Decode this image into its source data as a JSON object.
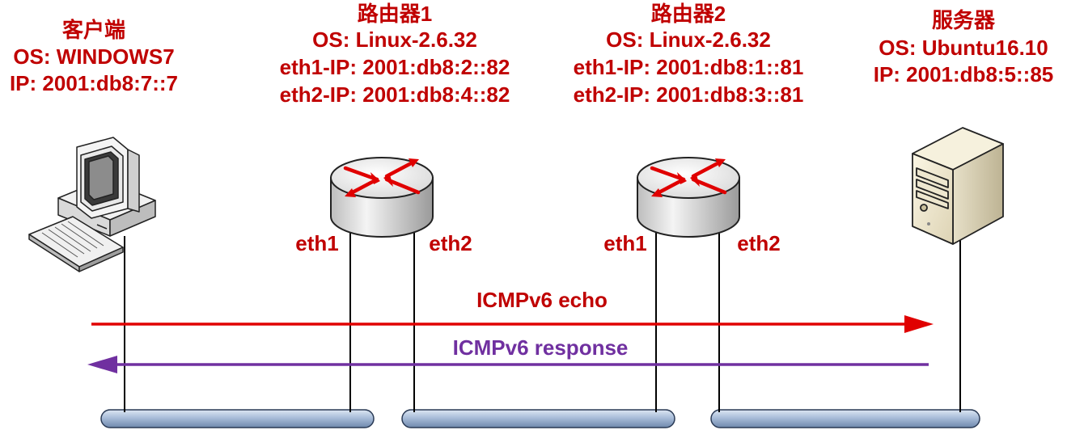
{
  "colors": {
    "label": "#c00000",
    "echo": "#e00000",
    "response": "#7030a0",
    "bus": "#a9bdd9",
    "line": "#000000"
  },
  "client": {
    "name": "客户端",
    "os": "OS: WINDOWS7",
    "ip": "IP: 2001:db8:7::7",
    "icon": "desktop-computer-icon"
  },
  "router1": {
    "name": "路由器1",
    "os": "OS: Linux-2.6.32",
    "eth1_ip": "eth1-IP: 2001:db8:2::82",
    "eth2_ip": "eth2-IP: 2001:db8:4::82",
    "eth1_label": "eth1",
    "eth2_label": "eth2",
    "icon": "router-icon"
  },
  "router2": {
    "name": "路由器2",
    "os": "OS: Linux-2.6.32",
    "eth1_ip": "eth1-IP: 2001:db8:1::81",
    "eth2_ip": "eth2-IP: 2001:db8:3::81",
    "eth1_label": "eth1",
    "eth2_label": "eth2",
    "icon": "router-icon"
  },
  "server": {
    "name": "服务器",
    "os": "OS: Ubuntu16.10",
    "ip": "IP: 2001:db8:5::85",
    "icon": "server-tower-icon"
  },
  "flows": {
    "echo": "ICMPv6 echo",
    "response": "ICMPv6 response"
  }
}
